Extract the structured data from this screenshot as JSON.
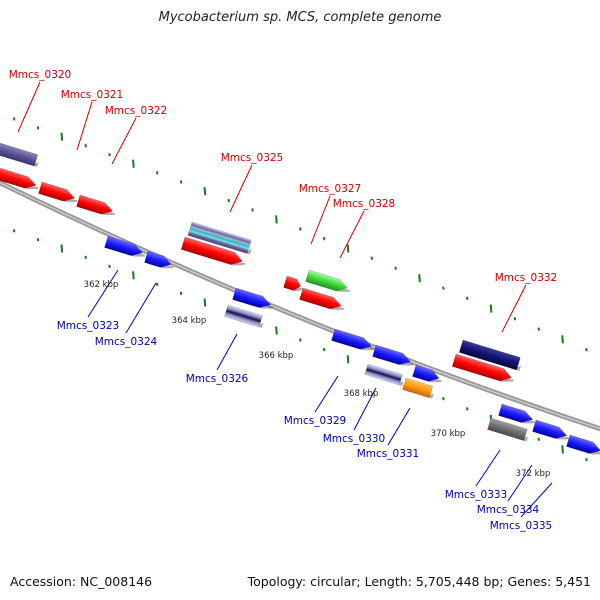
{
  "title": "Mycobacterium sp. MCS, complete genome",
  "footer": {
    "accession": "Accession: NC_008146",
    "summary": "Topology: circular; Length: 5,705,448 bp; Genes: 5,451"
  },
  "colors": {
    "forward_label": "#cc0000",
    "reverse_label": "#0000aa",
    "backbone": "#909090",
    "tick": "#1a7a1a"
  },
  "scale_labels": [
    "362 kbp",
    "364 kbp",
    "366 kbp",
    "368 kbp",
    "370 kbp",
    "372 kbp"
  ],
  "genes_forward": [
    {
      "id": "Mmcs_0320",
      "color": "purple-gray"
    },
    {
      "id": "Mmcs_0321",
      "color": "red"
    },
    {
      "id": "Mmcs_0322",
      "color": "red"
    },
    {
      "id": "Mmcs_0325",
      "color": "multi-band"
    },
    {
      "id": "Mmcs_0327",
      "color": "red"
    },
    {
      "id": "Mmcs_0328",
      "color": "green"
    },
    {
      "id": "Mmcs_0332",
      "color": "navy"
    }
  ],
  "genes_reverse": [
    {
      "id": "Mmcs_0323",
      "color": "blue"
    },
    {
      "id": "Mmcs_0324",
      "color": "blue"
    },
    {
      "id": "Mmcs_0326",
      "color": "blue"
    },
    {
      "id": "Mmcs_0329",
      "color": "blue"
    },
    {
      "id": "Mmcs_0330",
      "color": "blue"
    },
    {
      "id": "Mmcs_0331",
      "color": "orange"
    },
    {
      "id": "Mmcs_0333",
      "color": "gray"
    },
    {
      "id": "Mmcs_0334",
      "color": "blue"
    },
    {
      "id": "Mmcs_0335",
      "color": "blue"
    }
  ]
}
